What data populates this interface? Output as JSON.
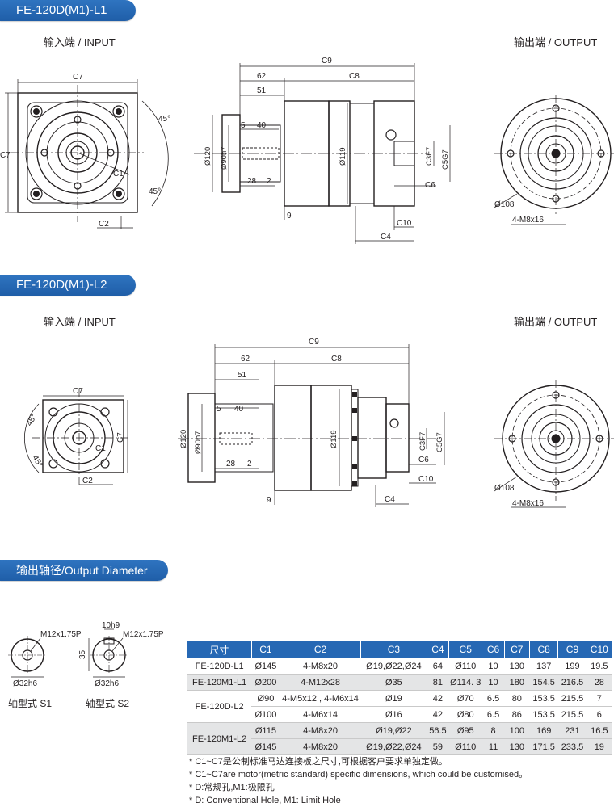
{
  "sections": {
    "l1_title": "FE-120D(M1)-L1",
    "l2_title": "FE-120D(M1)-L2",
    "shaft_title": "输出轴径/Output Diameter"
  },
  "views": {
    "input_label": "输入端 / INPUT",
    "output_label": "输出端 / OUTPUT"
  },
  "dims": {
    "c1": "C1",
    "c2": "C2",
    "c3": "C3F7",
    "c4": "C4",
    "c5": "C5G7",
    "c6": "C6",
    "c7": "C7",
    "c8": "C8",
    "c9": "C9",
    "c10": "C10",
    "d62": "62",
    "d51": "51",
    "d40": "40",
    "d5": "5",
    "d28": "28",
    "d2": "2",
    "d9": "9",
    "phi120": "Ø120",
    "phi90": "Ø90h7",
    "phi119": "Ø119",
    "phi108": "Ø108",
    "m8x16": "4-M8x16",
    "deg45": "45°"
  },
  "shafts": {
    "s1_thread": "M12x1.75P",
    "s1_dia": "Ø32h6",
    "s1_label": "轴型式 S1",
    "s2_key": "10h9",
    "s2_thread": "M12x1.75P",
    "s2_height": "35",
    "s2_dia": "Ø32h6",
    "s2_label": "轴型式 S2"
  },
  "table": {
    "headers": [
      "尺寸",
      "C1",
      "C2",
      "C3",
      "C4",
      "C5",
      "C6",
      "C7",
      "C8",
      "C9",
      "C10"
    ],
    "rows": [
      {
        "model": "FE-120D-L1",
        "c1": "Ø145",
        "c2": "4-M8x20",
        "c3": "Ø19,Ø22,Ø24",
        "c4": "64",
        "c5": "Ø110",
        "c6": "10",
        "c7": "130",
        "c8": "137",
        "c9": "199",
        "c10": "19.5"
      },
      {
        "model": "FE-120M1-L1",
        "c1": "Ø200",
        "c2": "4-M12x28",
        "c3": "Ø35",
        "c4": "81",
        "c5": "Ø114. 3",
        "c6": "10",
        "c7": "180",
        "c8": "154.5",
        "c9": "216.5",
        "c10": "28"
      },
      {
        "model": "FE-120D-L2",
        "c1": "Ø90",
        "c2": "4-M5x12 , 4-M6x14",
        "c3": "Ø19",
        "c4": "42",
        "c5": "Ø70",
        "c6": "6.5",
        "c7": "80",
        "c8": "153.5",
        "c9": "215.5",
        "c10": "7"
      },
      {
        "model": "",
        "c1": "Ø100",
        "c2": "4-M6x14",
        "c3": "Ø16",
        "c4": "42",
        "c5": "Ø80",
        "c6": "6.5",
        "c7": "86",
        "c8": "153.5",
        "c9": "215.5",
        "c10": "6"
      },
      {
        "model": "FE-120M1-L2",
        "c1": "Ø115",
        "c2": "4-M8x20",
        "c3": "Ø19,Ø22",
        "c4": "56.5",
        "c5": "Ø95",
        "c6": "8",
        "c7": "100",
        "c8": "169",
        "c9": "231",
        "c10": "16.5"
      },
      {
        "model": "",
        "c1": "Ø145",
        "c2": "4-M8x20",
        "c3": "Ø19,Ø22,Ø24",
        "c4": "59",
        "c5": "Ø110",
        "c6": "11",
        "c7": "130",
        "c8": "171.5",
        "c9": "233.5",
        "c10": "19"
      }
    ]
  },
  "notes": [
    "* C1~C7是公制标准马达连接板之尺寸,可根据客户要求单独定做。",
    "* C1~C7are motor(metric standard)  specific dimensions, which could be customised。",
    "* D:常规孔,M1:极限孔",
    "* D: Conventional Hole, M1: Limit Hole"
  ]
}
